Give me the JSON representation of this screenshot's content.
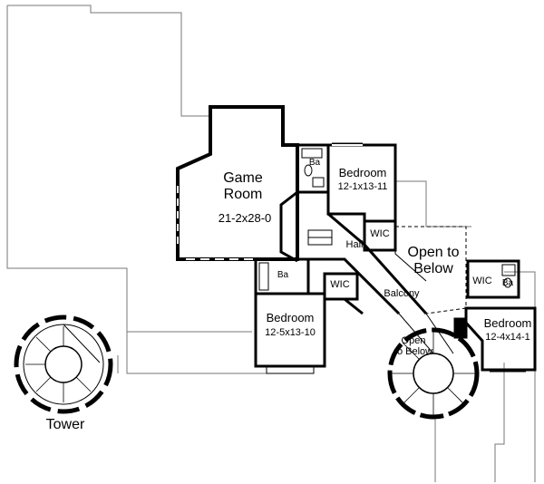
{
  "rooms": {
    "game_room": {
      "name_line1": "Game",
      "name_line2": "Room",
      "dims": "21-2x28-0"
    },
    "bedroom_1": {
      "name": "Bedroom",
      "dims": "12-1x13-11"
    },
    "bedroom_2": {
      "name": "Bedroom",
      "dims": "12-5x13-10"
    },
    "bedroom_3": {
      "name": "Bedroom",
      "dims": "12-4x14-1"
    },
    "bath_1": "Ba",
    "bath_2": "Ba",
    "bath_3": "Ba",
    "wic_1": "WIC",
    "wic_2": "WIC",
    "wic_3": "WIC",
    "hall": "Hall",
    "balcony": "Balcony",
    "open_below_main_line1": "Open to",
    "open_below_main_line2": "Below",
    "open_below_stair_line1": "Open",
    "open_below_stair_line2": "to Below",
    "tower": "Tower"
  }
}
